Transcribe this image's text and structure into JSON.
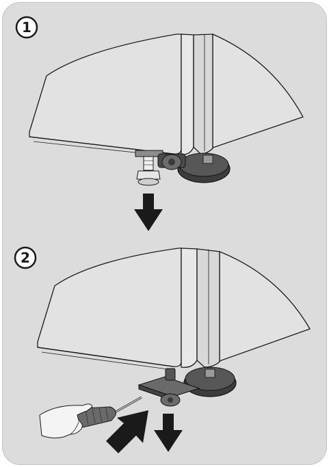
{
  "steps": [
    {
      "number": "1"
    },
    {
      "number": "2"
    }
  ],
  "colors": {
    "panel_background": "#dcdcdc",
    "panel_border": "#c4c4c4",
    "appliance_body": "#e2e2e2",
    "line": "#1a1a1a",
    "caster_wheel": "#3d3d3d",
    "arrow": "#1a1a1a",
    "screwdriver_handle": "#6a6a6a"
  },
  "icons": {
    "step1": [
      "appliance-corner",
      "adjustable-foot",
      "caster-wheel",
      "down-arrow"
    ],
    "step2": [
      "appliance-corner",
      "caster-wheel",
      "screwdriver",
      "hand",
      "push-arrow",
      "down-arrow"
    ]
  }
}
